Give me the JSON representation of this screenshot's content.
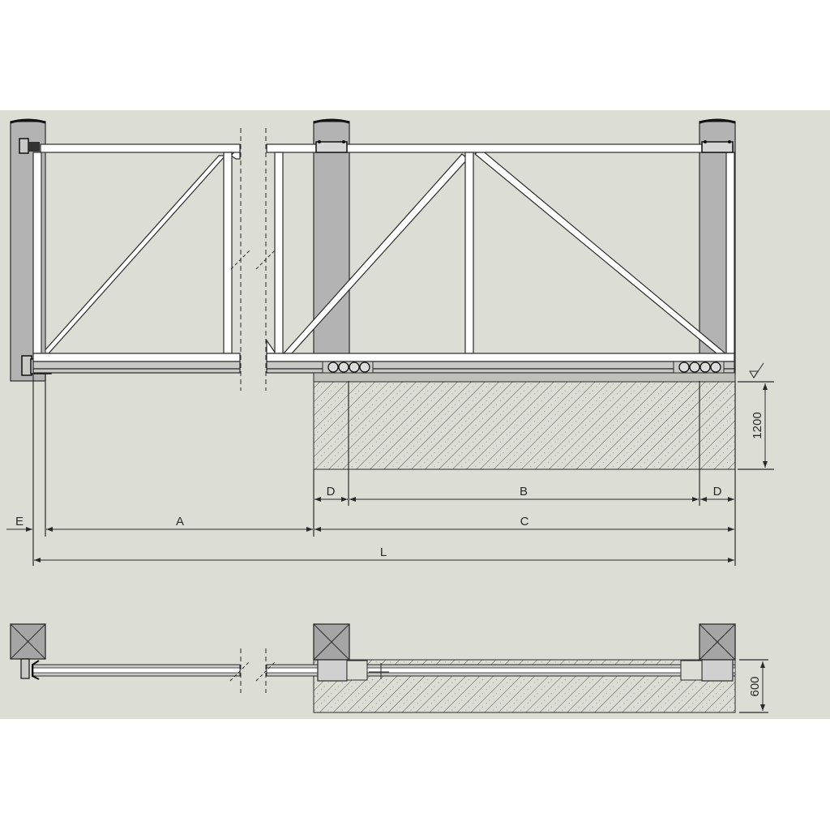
{
  "drawing": {
    "subject": "Cantilever sliding gate — elevation and plan view",
    "background_color": "#dcddd4",
    "colors": {
      "line": "#2a2a2a",
      "post_fill": "#b3b3b3",
      "frame_fill": "#ffffff",
      "foundation_hatch": "#2a2a2a"
    }
  },
  "elevation": {
    "dimensions": {
      "A": "A",
      "B": "B",
      "C": "C",
      "D_left": "D",
      "D_right": "D",
      "E": "E",
      "L": "L",
      "foundation_depth": "1200"
    },
    "symbols": {
      "ground_level": "ground-level-mark"
    }
  },
  "plan": {
    "dimensions": {
      "foundation_width": "600"
    }
  }
}
